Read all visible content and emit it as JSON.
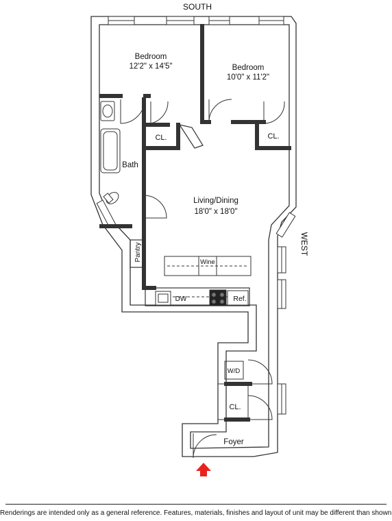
{
  "orientation": {
    "top": "SOUTH",
    "right": "WEST"
  },
  "rooms": [
    {
      "id": "bedroom1",
      "name": "Bedroom",
      "dims": "12'2\" x 14'5\""
    },
    {
      "id": "bedroom2",
      "name": "Bedroom",
      "dims": "10'0\" x 11'2\""
    },
    {
      "id": "living",
      "name": "Living/Dining",
      "dims": "18'0\" x 18'0\""
    },
    {
      "id": "bath",
      "name": "Bath"
    },
    {
      "id": "foyer",
      "name": "Foyer"
    },
    {
      "id": "pantry",
      "name": "Pantry"
    }
  ],
  "closets": {
    "bedroom1": "CL.",
    "bedroom2": "CL.",
    "foyer": "CL."
  },
  "appliances": {
    "dishwasher": "DW",
    "refrigerator": "Ref.",
    "wine": "Wine",
    "washer_dryer": "W/D"
  },
  "entry_arrow_color": "#e8231e",
  "disclaimer": "Renderings are intended only as a general reference. Features, materials, finishes and layout of unit may be different than shown."
}
